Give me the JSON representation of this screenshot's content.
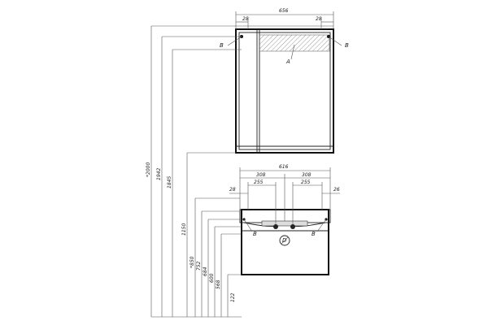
{
  "upper_unit": {
    "overall_width": "656",
    "left_offset": "28",
    "right_offset": "28",
    "mount_label_left": "B",
    "mount_label_right": "B",
    "glass_label": "A"
  },
  "lower_unit": {
    "overall_width": "616",
    "half_left": "308",
    "half_right": "308",
    "inner_left": "255",
    "inner_right": "255",
    "left_offset": "28",
    "right_offset": "26",
    "mount_label_left": "B",
    "mount_label_right": "B",
    "drain_label": "D"
  },
  "heights": [
    "*2000",
    "1942",
    "1845",
    "1150",
    "*850",
    "752",
    "684",
    "600",
    "568",
    "122"
  ]
}
